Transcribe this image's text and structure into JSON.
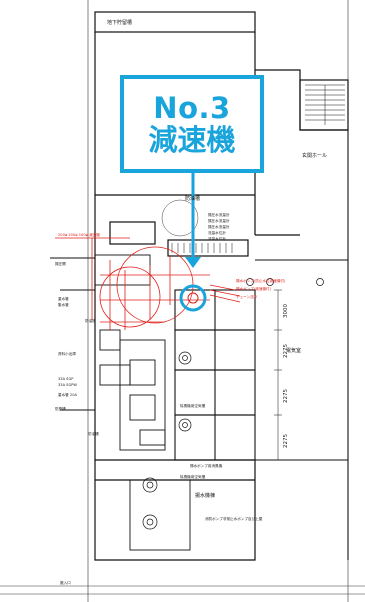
{
  "callout": {
    "line1": "No.3",
    "line2": "減速機",
    "color": "#1aa4dc"
  },
  "rooms": {
    "underground_tank": "地下貯留槽",
    "entrance_hall": "玄関ホール",
    "electrical_room": "電気室",
    "pump_room": "揚水機棟",
    "side_left_top": "揚圧開",
    "side_left_2": "防油槽",
    "side_left_3": "資料小出庫",
    "side_left_4": "防油槽",
    "lower_label_a": "揚水ポンプ用消臭機",
    "lower_label_b": "除臭機用空気槽",
    "lower_label_c": "除臭機用空気槽",
    "lower_label_d": "消防ポンプ非常止水ポンプ及び上屋",
    "lower_label_e": "防臭槽",
    "entrance_bottom": "搬入口",
    "upper_label": "防油槽"
  },
  "dimensions": {
    "d1": "3000",
    "d2": "2275",
    "d3": "2275",
    "d4": "2275"
  },
  "equipment_list": [
    "揚圧水流量計",
    "揚圧水流量計",
    "揚圧水流量計",
    "流量水位計",
    "流量水位計"
  ],
  "pipe_notes": {
    "red_top": "200φ 200φ 100φ 減速機",
    "red_right_1": "揚水ポンプ(防止水位減速機付)",
    "red_right_2": "揚水ポンプ(減速機付)",
    "red_right_3": "チェーン送り"
  },
  "level_notes": {
    "n1": "33A SGP",
    "n2": "33A SGPW",
    "n3": "重水管",
    "n4": "集水管",
    "n5": "重水管 20A"
  },
  "colors": {
    "highlight": "#1aa4dc",
    "red_lines": "#e0201b",
    "plan_lines": "#111111"
  }
}
